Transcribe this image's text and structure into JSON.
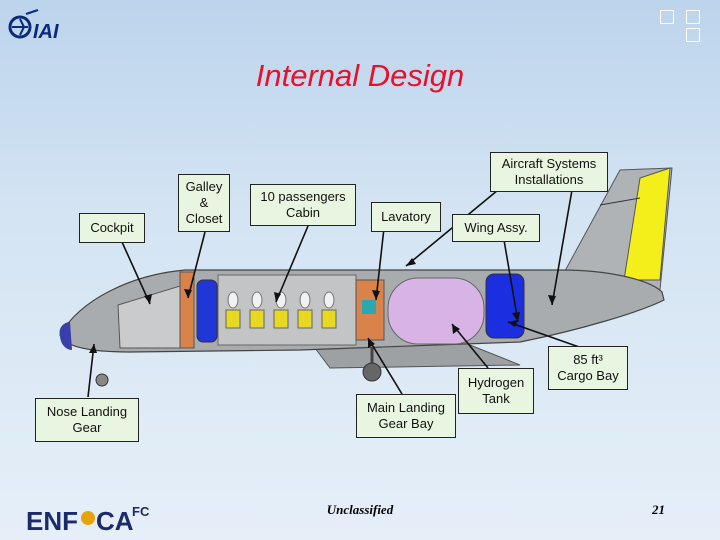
{
  "header": {
    "logo_text": "IAI",
    "title": "Internal Design"
  },
  "labels": {
    "cockpit": "Cockpit",
    "galley_line1": "Galley",
    "galley_line2": "&",
    "galley_line3": "Closet",
    "cabin_line1": "10 passengers",
    "cabin_line2": "Cabin",
    "lavatory": "Lavatory",
    "systems_line1": "Aircraft Systems",
    "systems_line2": "Installations",
    "wing": "Wing Assy.",
    "nose_gear_line1": "Nose Landing",
    "nose_gear_line2": "Gear",
    "main_gear_line1": "Main Landing",
    "main_gear_line2": "Gear Bay",
    "hydrogen_line1": "Hydrogen",
    "hydrogen_line2": "Tank",
    "cargo_line1": "85 ft³",
    "cargo_line2": "Cargo Bay"
  },
  "footer": {
    "logo_main": "ENF",
    "logo_mid": "CA",
    "logo_sup": "FC",
    "classification": "Unclassified",
    "page_number": "21"
  },
  "colors": {
    "title": "#e8102a",
    "label_bg": "#e8f5e0",
    "fuselage": "#a9acae",
    "tank": "#d7b3e6",
    "cargo": "#1b2ee0",
    "accent_yellow": "#f4ee1a"
  }
}
